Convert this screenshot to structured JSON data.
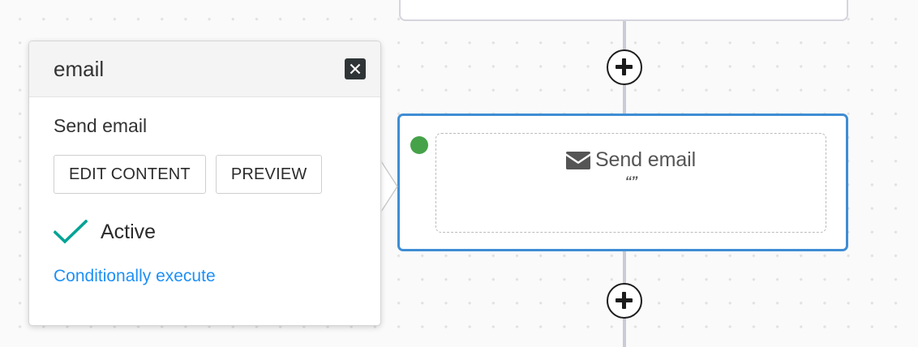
{
  "canvas": {
    "background_color": "#fafafa",
    "dot_color": "#e2e2e2"
  },
  "popup": {
    "title": "email",
    "close_icon": "close-x-icon",
    "section_label": "Send email",
    "buttons": [
      {
        "label": "EDIT CONTENT",
        "name": "edit-content-button"
      },
      {
        "label": "PREVIEW",
        "name": "preview-button"
      }
    ],
    "active": {
      "label": "Active",
      "icon": "check-icon",
      "color": "#00a396"
    },
    "conditional_link": {
      "label": "Conditionally execute",
      "color": "#1e90f5"
    }
  },
  "node": {
    "title": "Send email",
    "icon": "envelope-icon",
    "subtitle": "“”",
    "status": {
      "name": "status-dot-active",
      "color": "#45a249"
    },
    "selected_border_color": "#3f8dd4"
  },
  "connectors": {
    "line_color": "#c9cbd7",
    "add_buttons": [
      {
        "name": "add-step-button-above",
        "icon": "plus-icon"
      },
      {
        "name": "add-step-button-below",
        "icon": "plus-icon"
      }
    ]
  }
}
